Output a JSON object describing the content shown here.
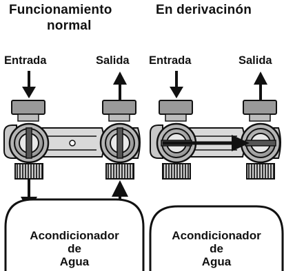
{
  "titles": {
    "normal_line1": "Funcionamiento",
    "normal_line2": "normal",
    "bypass": "En derivacinón"
  },
  "flow_labels": {
    "normal_inlet": "Entrada",
    "normal_outlet": "Salida",
    "bypass_inlet": "Entrada",
    "bypass_outlet": "Salida"
  },
  "tanks": {
    "normal": {
      "line1": "Acondicionador",
      "line2": "de",
      "line3": "Agua"
    },
    "bypass": {
      "line1": "Acondicionador",
      "line2": "de",
      "line3": "Agua"
    }
  }
}
